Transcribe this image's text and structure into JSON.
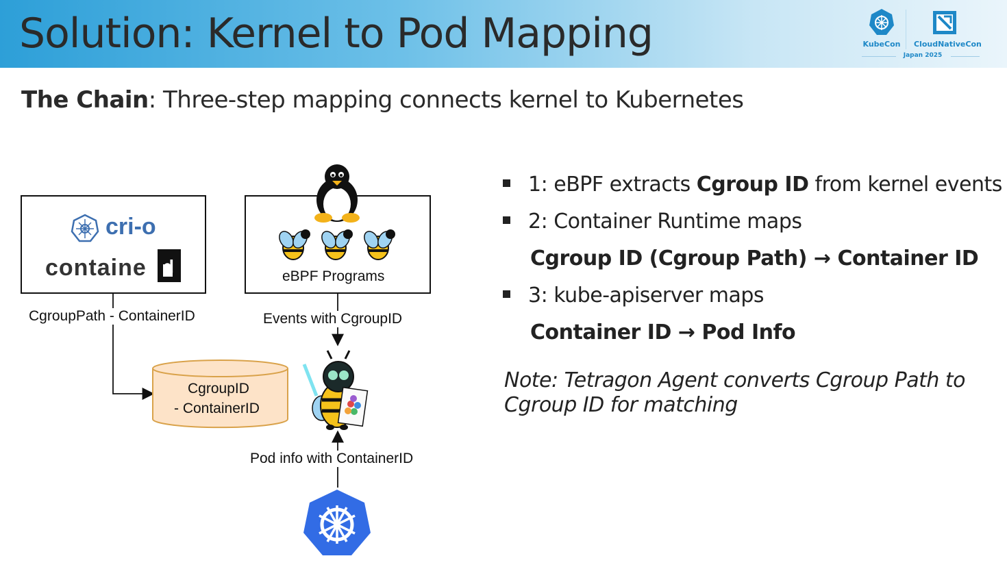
{
  "header": {
    "title": "Solution: Kernel to Pod Mapping",
    "logos": {
      "kubecon": "KubeCon",
      "cloudnativecon": "CloudNativeCon",
      "event": "Japan 2025"
    }
  },
  "subtitle": {
    "bold": "The Chain",
    "rest": ": Three-step mapping connects kernel to Kubernetes"
  },
  "diagram": {
    "runtime_logos": {
      "crio": "cri-o",
      "containerd_main": "containe",
      "containerd_box": "d"
    },
    "ebpf_box_label": "eBPF Programs",
    "edge_runtime": "CgroupPath - ContainerID",
    "edge_events": "Events with CgroupID",
    "store_line1": "CgroupID",
    "store_line2": "- ContainerID",
    "edge_podinfo": "Pod info with ContainerID",
    "icons": [
      "tux-penguin-icon",
      "bee-icon",
      "tetragon-bee-icon",
      "kubernetes-icon",
      "crio-icon"
    ]
  },
  "bullets": [
    {
      "pre": "1: eBPF extracts ",
      "bold": "Cgroup ID",
      "post": " from kernel events"
    },
    {
      "pre": "2: Container Runtime maps",
      "bold": "",
      "post": "",
      "sub_a": "Cgroup ID (Cgroup Path)",
      "arrow": "→",
      "sub_b": "Container ID"
    },
    {
      "pre": "3: kube-apiserver maps",
      "bold": "",
      "post": "",
      "sub_a": "Container ID",
      "arrow": "→",
      "sub_b": "Pod Info"
    }
  ],
  "note": "Note: Tetragon Agent converts Cgroup Path to Cgroup ID for matching",
  "colors": {
    "header_start": "#2d9fd8",
    "store_fill": "#fde3c8",
    "store_stroke": "#d9a24a",
    "k8s_blue": "#326ce5"
  }
}
